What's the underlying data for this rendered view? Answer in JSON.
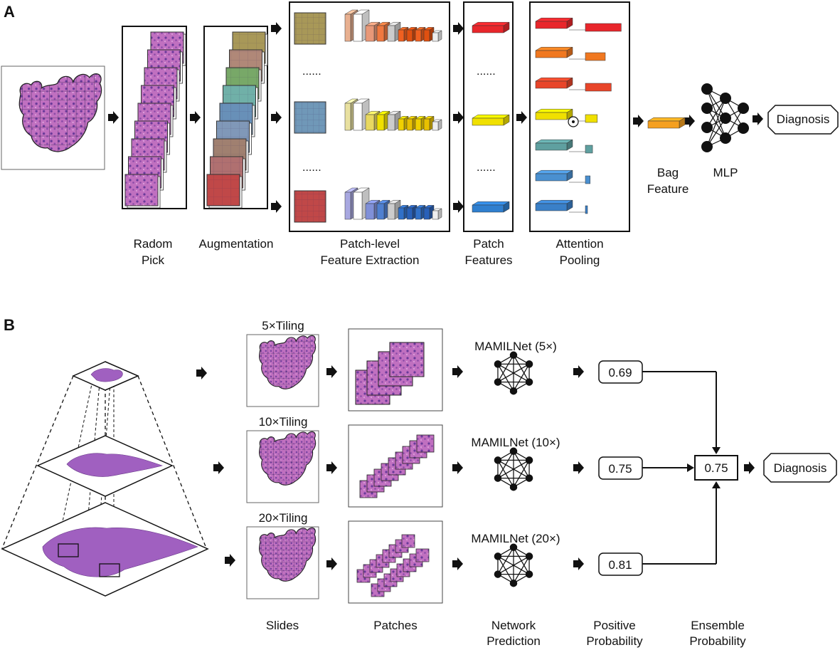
{
  "panel_a": {
    "letter": "A",
    "labels": {
      "random_pick": [
        "Radom",
        "Pick"
      ],
      "augmentation": "Augmentation",
      "feature_extraction": [
        "Patch-level",
        "Feature Extraction"
      ],
      "patch_features": [
        "Patch",
        "Features"
      ],
      "attention_pooling": [
        "Attention",
        "Pooling"
      ],
      "bag_feature": [
        "Bag",
        "Feature"
      ],
      "mlp": "MLP"
    },
    "ellipsis": "......",
    "diagnosis": "Diagnosis",
    "patch_feature_colors": [
      "#e8262b",
      "#f0e000",
      "#2f7fcf"
    ],
    "attention_rows": [
      {
        "color": "#e8262b",
        "weight": 0.9
      },
      {
        "color": "#f07820",
        "weight": 0.5
      },
      {
        "color": "#e8452a",
        "weight": 0.65
      },
      {
        "color": "#f0e000",
        "weight": 0.3
      },
      {
        "color": "#5fa0a0",
        "weight": 0.18
      },
      {
        "color": "#4a90d0",
        "weight": 0.12
      },
      {
        "color": "#3a80c8",
        "weight": 0.05
      }
    ],
    "bag_feature_color": "#f5a020",
    "augmentation_tints": [
      "#a89858",
      "#b08878",
      "#78a868",
      "#70b0a8",
      "#6890b8",
      "#8098b8",
      "#a08070",
      "#b07070",
      "#c04848"
    ]
  },
  "panel_b": {
    "letter": "B",
    "tilings": [
      {
        "title": "5×Tiling",
        "network": "MAMILNet (5×)",
        "probability": "0.69"
      },
      {
        "title": "10×Tiling",
        "network": "MAMILNet (10×)",
        "probability": "0.75"
      },
      {
        "title": "20×Tiling",
        "network": "MAMILNet (20×)",
        "probability": "0.81"
      }
    ],
    "ensemble_value": "0.75",
    "diagnosis": "Diagnosis",
    "column_labels": {
      "slides": "Slides",
      "patches": "Patches",
      "network_prediction": [
        "Network",
        "Prediction"
      ],
      "positive_probability": [
        "Positive",
        "Probability"
      ],
      "ensemble_probability": [
        "Ensemble",
        "Probability"
      ]
    }
  }
}
